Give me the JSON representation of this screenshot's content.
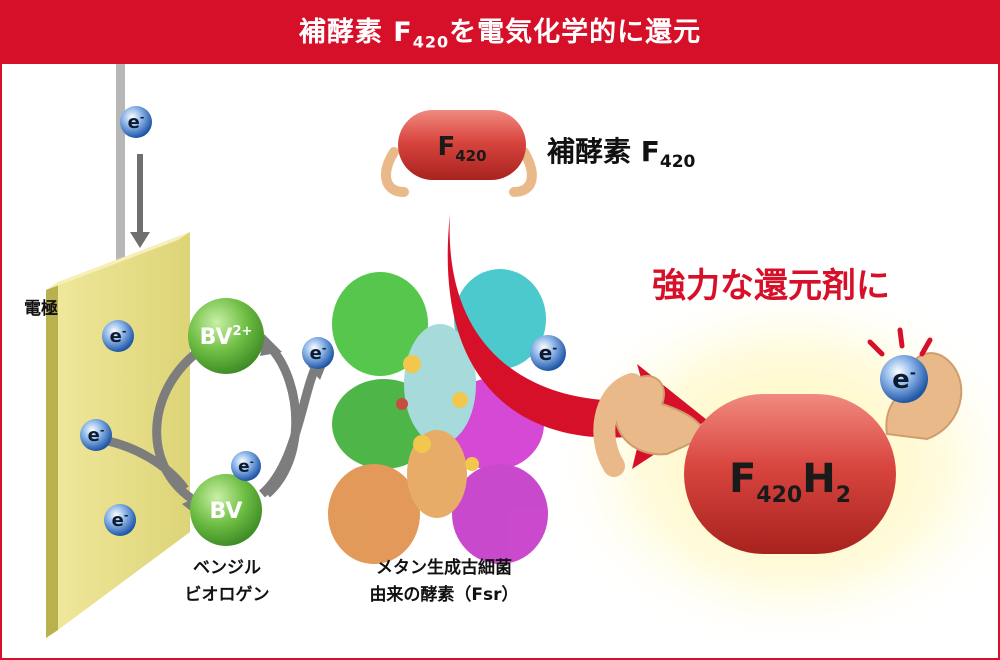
{
  "title": {
    "prefix": "補酵素 F",
    "subscript": "420",
    "suffix": "を電気化学的に還元"
  },
  "electrode_label": "電極",
  "electron_symbol": "e",
  "electron_charge": "-",
  "viologen": {
    "oxidized_main": "BV",
    "oxidized_sup": "2+",
    "reduced": "BV",
    "name_line1": "ベンジル",
    "name_line2": "ビオロゲン"
  },
  "enzyme": {
    "name_line1": "メタン生成古細菌",
    "name_line2": "由来の酵素（Fsr）"
  },
  "cofactor": {
    "pill_main": "F",
    "pill_sub": "420",
    "name_prefix": "補酵素 F",
    "name_sub": "420"
  },
  "result": {
    "caption": "強力な還元剤に",
    "main": "F",
    "sub": "420",
    "h": "H",
    "h_sub": "2"
  },
  "colors": {
    "accent_red": "#d7102a",
    "pill_red": "#d9453f",
    "electron_blue": "#2f6fc2",
    "bv_green": "#6fbe44",
    "electrode_yellow": "#e7df86",
    "arrow_gray": "#7d7d7d",
    "arm_tan": "#e9b98a"
  }
}
